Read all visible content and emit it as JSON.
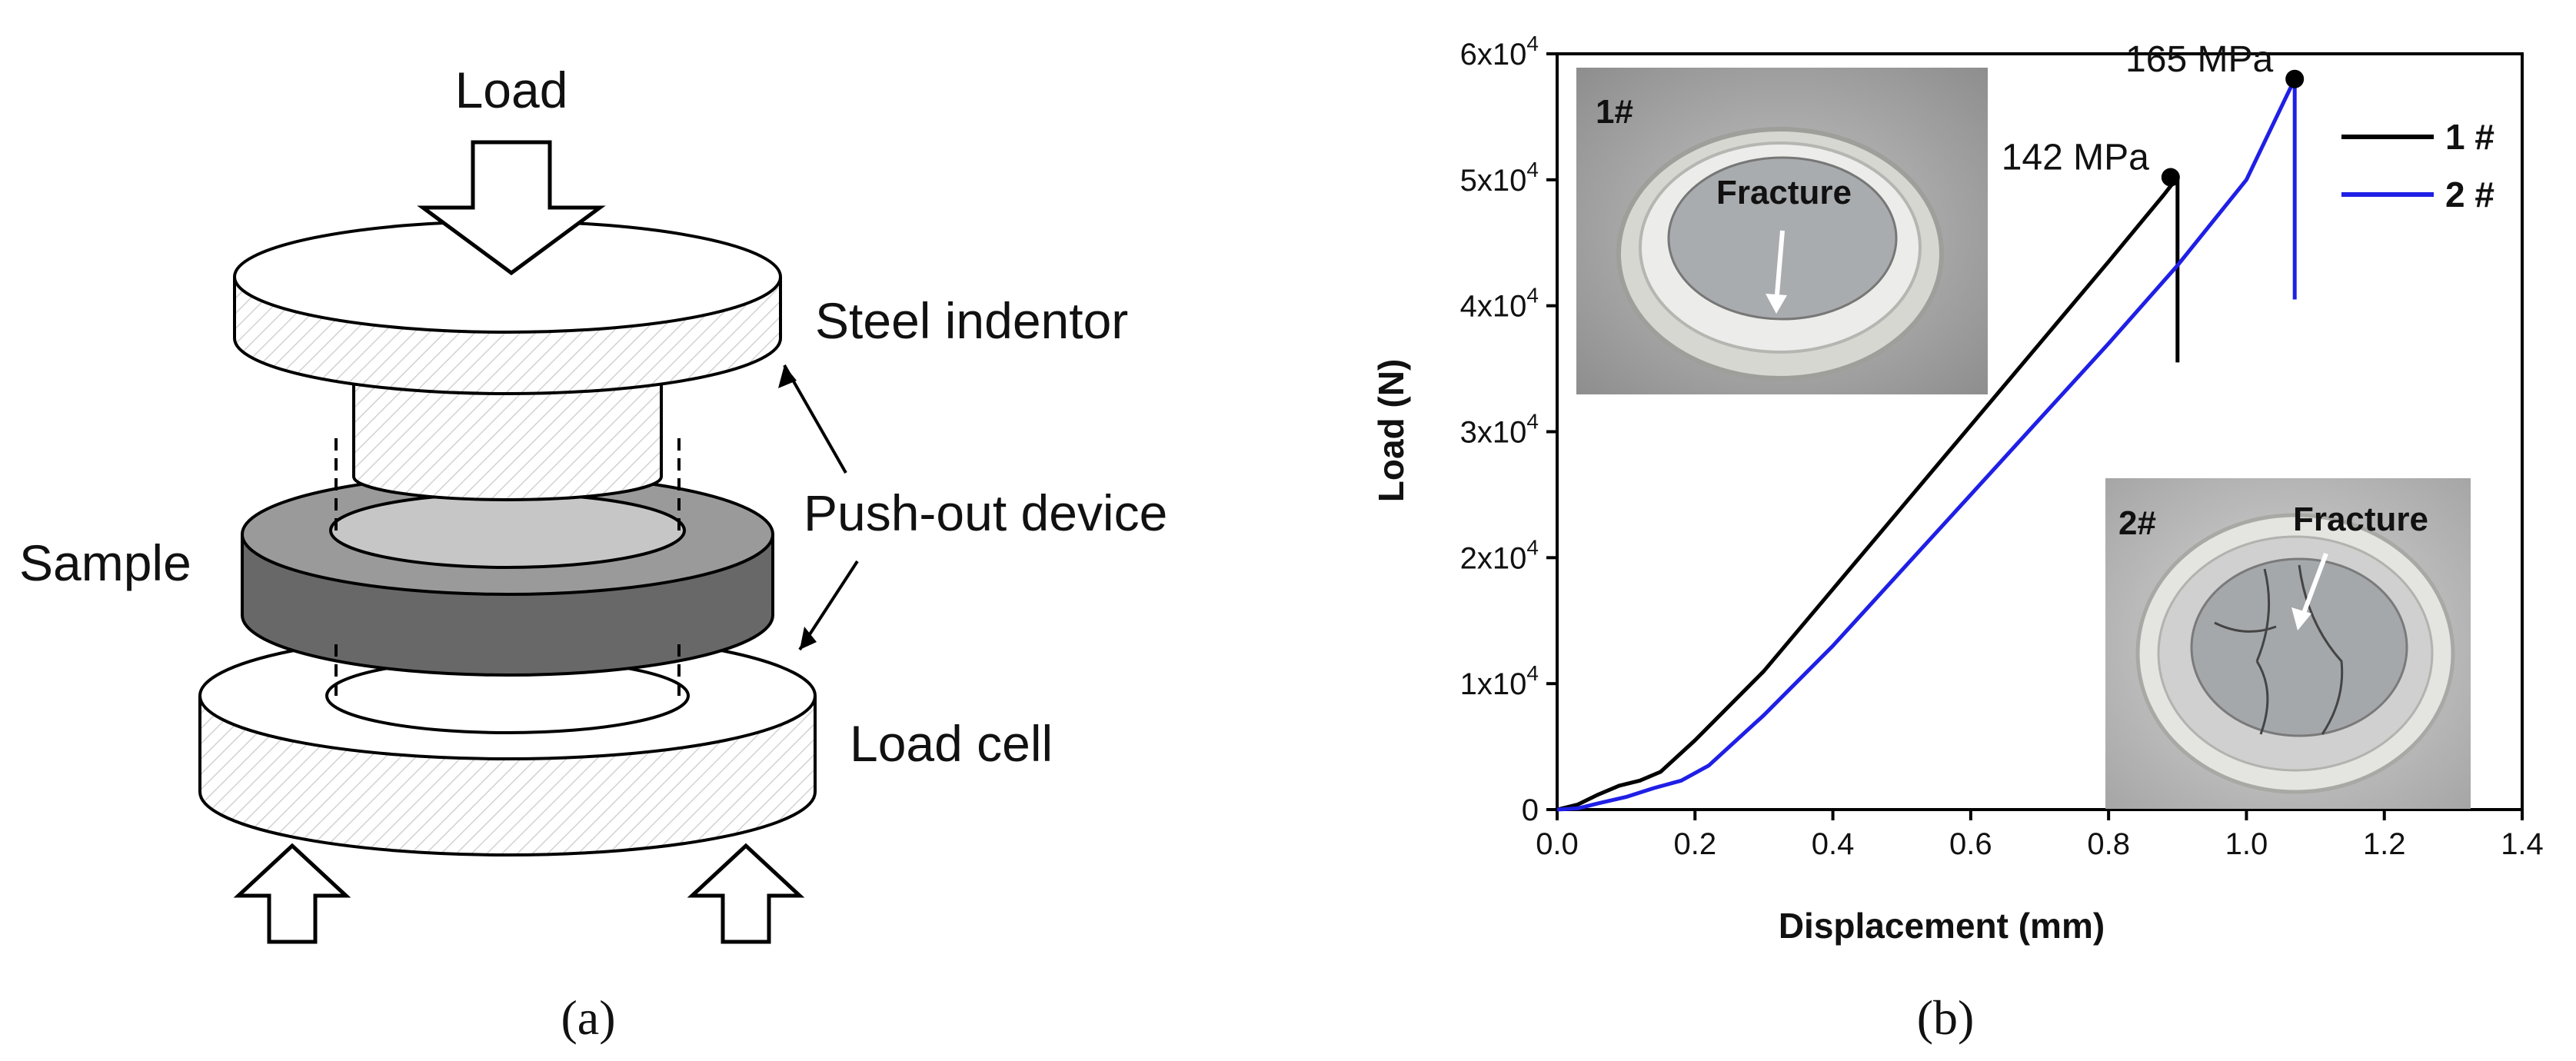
{
  "panel_a": {
    "caption": "(a)",
    "labels": {
      "load": "Load",
      "steel_indentor": "Steel indentor",
      "push_out_device": "Push-out device",
      "sample": "Sample",
      "load_cell": "Load cell"
    }
  },
  "panel_b": {
    "caption": "(b)",
    "inset_1": {
      "tag": "1#",
      "label": "Fracture"
    },
    "inset_2": {
      "tag": "2#",
      "label": "Fracture"
    }
  },
  "colors": {
    "series_1": "#000000",
    "series_2": "#1f1fe6"
  },
  "chart_data": {
    "type": "line",
    "xlabel": "Displacement (mm)",
    "ylabel": "Load (N)",
    "xlim": [
      0,
      1.4
    ],
    "ylim": [
      0,
      60000
    ],
    "x_ticks": [
      "0.0",
      "0.2",
      "0.4",
      "0.6",
      "0.8",
      "1.0",
      "1.2",
      "1.4"
    ],
    "x_tick_values": [
      0,
      0.2,
      0.4,
      0.6,
      0.8,
      1.0,
      1.2,
      1.4
    ],
    "y_ticks": [
      {
        "value": 0,
        "mantissa": "0",
        "exp": ""
      },
      {
        "value": 10000,
        "mantissa": "1x10",
        "exp": "4"
      },
      {
        "value": 20000,
        "mantissa": "2x10",
        "exp": "4"
      },
      {
        "value": 30000,
        "mantissa": "3x10",
        "exp": "4"
      },
      {
        "value": 40000,
        "mantissa": "4x10",
        "exp": "4"
      },
      {
        "value": 50000,
        "mantissa": "5x10",
        "exp": "4"
      },
      {
        "value": 60000,
        "mantissa": "6x10",
        "exp": "4"
      }
    ],
    "grid": false,
    "legend": "top-right",
    "series": [
      {
        "name": "1 #",
        "x": [
          0,
          0.03,
          0.06,
          0.09,
          0.12,
          0.15,
          0.2,
          0.3,
          0.4,
          0.5,
          0.6,
          0.7,
          0.8,
          0.88,
          0.9,
          0.9
        ],
        "y": [
          0,
          400,
          1200,
          1900,
          2300,
          3000,
          5500,
          11000,
          17500,
          24000,
          30500,
          37000,
          43500,
          48800,
          50200,
          35500
        ]
      },
      {
        "name": "2 #",
        "x": [
          0,
          0.03,
          0.06,
          0.1,
          0.14,
          0.18,
          0.22,
          0.3,
          0.4,
          0.5,
          0.6,
          0.7,
          0.8,
          0.9,
          1.0,
          1.07,
          1.07
        ],
        "y": [
          0,
          100,
          500,
          1000,
          1700,
          2300,
          3500,
          7500,
          13000,
          19000,
          25000,
          31000,
          37000,
          43200,
          50000,
          58000,
          40500
        ]
      }
    ],
    "annotations": [
      {
        "text": "142 MPa",
        "x": 0.89,
        "y": 50200
      },
      {
        "text": "165 MPa",
        "x": 1.07,
        "y": 58000
      }
    ]
  }
}
